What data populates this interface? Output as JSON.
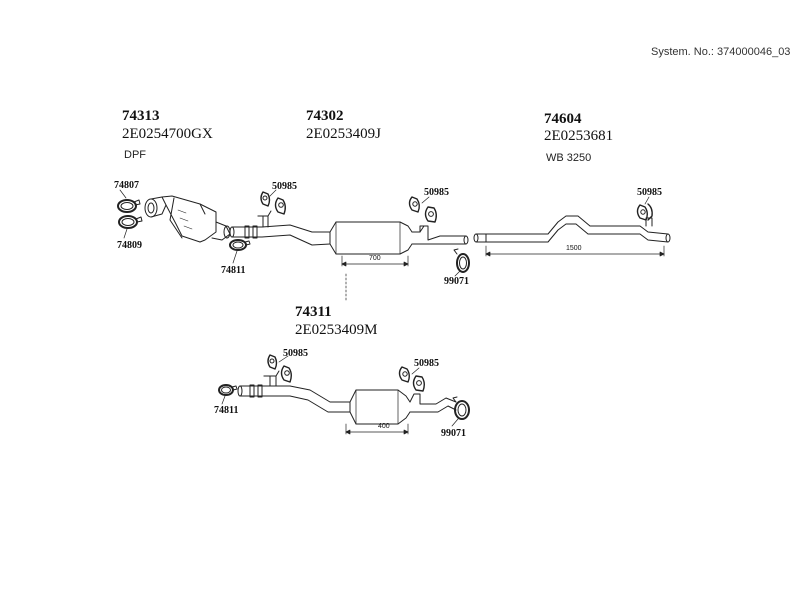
{
  "system_no": "System. No.: 374000046_03",
  "groups": {
    "g74313": {
      "number": "74313",
      "code": "2E0254700GX",
      "note": "DPF"
    },
    "g74302": {
      "number": "74302",
      "code": "2E0253409J"
    },
    "g74604": {
      "number": "74604",
      "code": "2E0253681",
      "note": "WB 3250"
    },
    "g74311": {
      "number": "74311",
      "code": "2E0253409M"
    }
  },
  "labels": {
    "l74807": "74807",
    "l74809": "74809",
    "l74811_top": "74811",
    "l50985_a": "50985",
    "l50985_b": "50985",
    "l50985_c": "50985",
    "l99071_top": "99071",
    "l74811_bottom": "74811",
    "l50985_d": "50985",
    "l50985_e": "50985",
    "l99071_bottom": "99071"
  },
  "dimensions": {
    "d700": "700",
    "d1500": "1500",
    "d400": "400"
  }
}
